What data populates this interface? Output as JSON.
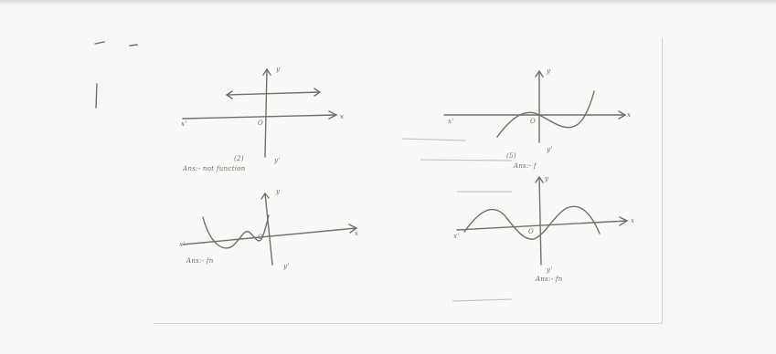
{
  "graphs": [
    {
      "number": "(2)",
      "axes": {
        "x_pos": "x",
        "x_neg": "x'",
        "y_pos": "y",
        "y_neg": "y'",
        "origin": "O"
      },
      "answer": "Ans:- not function"
    },
    {
      "number": "(5)",
      "axes": {
        "x_pos": "x",
        "x_neg": "x'",
        "y_pos": "y",
        "y_neg": "y'",
        "origin": "O"
      },
      "answer": "Ans:- f"
    },
    {
      "number": "",
      "axes": {
        "x_pos": "x",
        "x_neg": "x'",
        "y_pos": "y",
        "y_neg": "y'",
        "origin": "O"
      },
      "answer": "Ans:- fn"
    },
    {
      "number": "",
      "axes": {
        "x_pos": "x",
        "x_neg": "x'",
        "y_pos": "y",
        "y_neg": "y'",
        "origin": "O"
      },
      "answer": "Ans:- fn"
    }
  ]
}
